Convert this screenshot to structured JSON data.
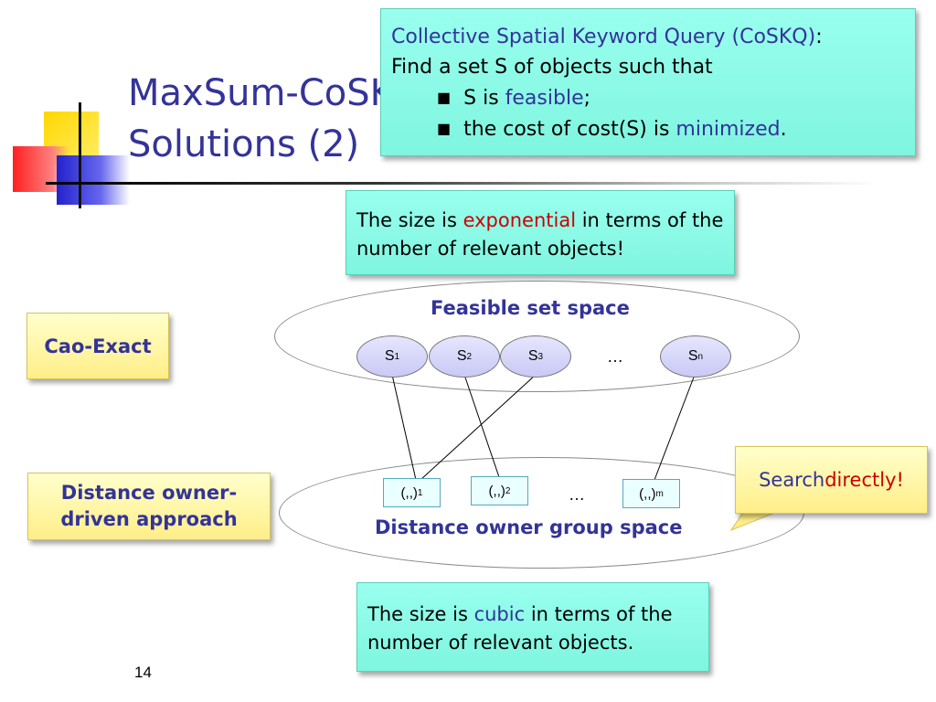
{
  "slide": {
    "title_line1": "MaxSum-CoSK",
    "title_line2": "Solutions (2)",
    "page_number": "14"
  },
  "definition": {
    "term": "Collective Spatial Keyword Query (CoSKQ)",
    "colon": ":",
    "line2": "Find a set S of objects such that",
    "bullet1_pre": "S is ",
    "bullet1_hl": "feasible",
    "bullet1_post": ";",
    "bullet2_pre": "the cost of cost(S) is ",
    "bullet2_hl": "minimized",
    "bullet2_post": ".",
    "bullet_marker": "■"
  },
  "size_exp": {
    "pre": "The size is ",
    "hl": "exponential",
    "post": " in terms of the number of relevant objects!"
  },
  "size_cubic": {
    "pre": "The size is ",
    "hl": "cubic",
    "post": " in terms of the number of relevant objects."
  },
  "methods": {
    "cao_exact": "Cao-Exact",
    "distance_owner": "Distance owner-driven approach"
  },
  "feasible_space": {
    "label": "Feasible set space",
    "nodes": [
      {
        "base": "S",
        "sub": "1"
      },
      {
        "base": "S",
        "sub": "2"
      },
      {
        "base": "S",
        "sub": "3"
      },
      {
        "base": "S",
        "sub": "n"
      }
    ],
    "ellipsis": "…"
  },
  "group_space": {
    "label": "Distance owner group space",
    "nodes": [
      {
        "base": "(,,)",
        "sub": "1"
      },
      {
        "base": "(,,)",
        "sub": "2"
      },
      {
        "base": "(,,)",
        "sub": "m"
      }
    ],
    "ellipsis": "…"
  },
  "search_callout": {
    "pre": "Search ",
    "hl": "directly!"
  },
  "colors": {
    "title": "#333399",
    "highlight_red": "#cc0000",
    "highlight_blue": "#333399",
    "callout_green": "#99ffee",
    "callout_yellow": "#ffee88"
  }
}
